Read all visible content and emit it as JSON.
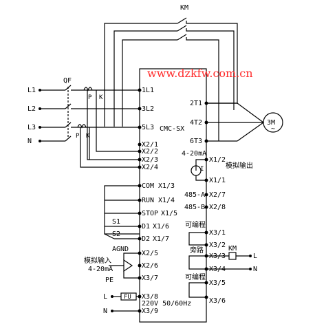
{
  "watermark": "www.dzkfw.com.cn",
  "device_name": "CMC-SX",
  "contactor_top": "KM",
  "contactor_bypass": "KM",
  "breaker": "QF",
  "ct_p": "P",
  "ct_k": "K",
  "ct_p2": "P",
  "ct_k2": "K",
  "motor": "3M",
  "motor_symbol": "~",
  "mains": {
    "l1": "L1",
    "l2": "L2",
    "l3": "L3",
    "n": "N"
  },
  "terminals_left": {
    "l1": "1L1",
    "l2": "3L2",
    "l3": "5L3",
    "x21": "X2/1",
    "x22": "X2/2",
    "x23": "X2/3",
    "x24": "X2/4",
    "com": "COM",
    "x13": "X1/3",
    "run": "RUN",
    "x14": "X1/4",
    "stop": "STOP",
    "x15": "X1/5",
    "d1": "D1",
    "x16": "X1/6",
    "d2": "D2",
    "x17": "X1/7",
    "x25": "X2/5",
    "x26": "X2/6",
    "x37": "X3/7",
    "x38": "X3/8",
    "x39": "X3/9"
  },
  "terminals_right": {
    "t1": "2T1",
    "t2": "4T2",
    "t3": "6T3",
    "x12": "X1/2",
    "x11": "X1/1",
    "a485": "485-A",
    "x27": "X2/7",
    "b485": "485-B",
    "x28": "X2/8",
    "x31": "X3/1",
    "x32": "X3/2",
    "x33": "X3/3",
    "x34": "X3/4",
    "x35": "X3/5",
    "x36": "X3/6"
  },
  "labels": {
    "analog_out_ma": "4-20mA",
    "analog_out": "模拟输出",
    "analog_out_i": "I",
    "s1": "S1",
    "s2": "S2",
    "agnd": "AGND",
    "analog_in": "模拟输入",
    "analog_in_ma": "4-20mA",
    "pe": "PE",
    "fu": "FU",
    "l_power": "L",
    "n_power": "N",
    "supply": "220V 50/60Hz",
    "prog1": "可编程",
    "bypass": "旁路",
    "prog2": "可编程",
    "out_l": "L",
    "out_n": "N"
  }
}
